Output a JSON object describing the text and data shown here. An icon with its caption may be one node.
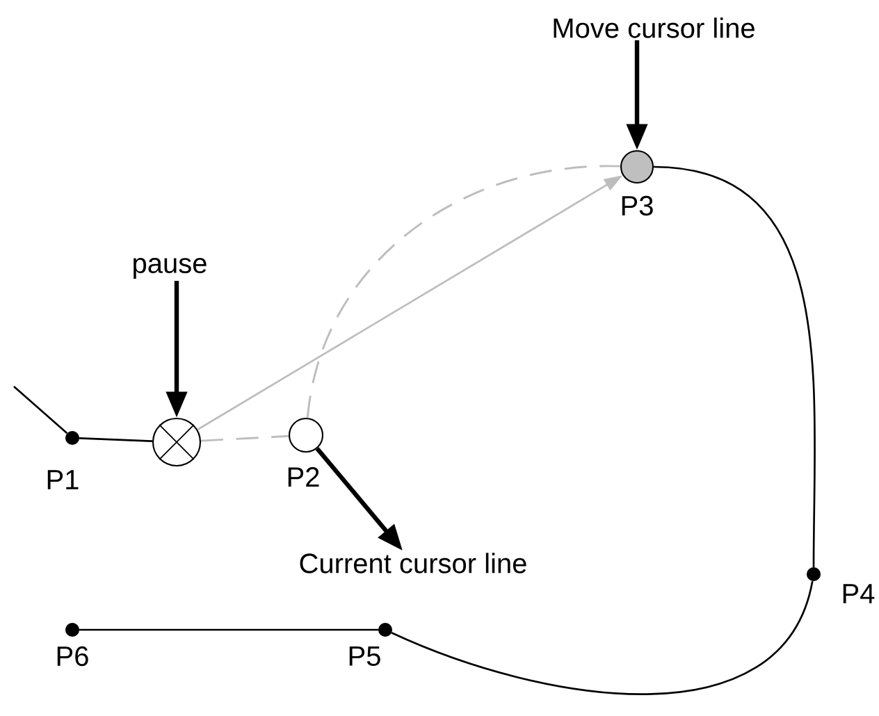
{
  "diagram": {
    "nodes": [
      {
        "text": [
          "Move cursor line"
        ]
      },
      {
        "text": [
          "pause"
        ]
      },
      {
        "text": [],
        "shape": "circle",
        "beside": [
          "P1"
        ]
      },
      {
        "text": [],
        "shape": "circle"
      },
      {
        "text": [],
        "shape": "circle",
        "beside": [
          "P2"
        ]
      },
      {
        "text": [],
        "shape": "circle",
        "beside": [
          "P3"
        ]
      },
      {
        "text": [],
        "shape": "circle",
        "beside": [
          "P4"
        ]
      },
      {
        "text": [],
        "shape": "circle",
        "beside": [
          "P5"
        ]
      },
      {
        "text": [],
        "shape": "circle",
        "beside": [
          "P6"
        ]
      },
      {
        "text": [
          "Current cursor line"
        ]
      }
    ],
    "edges": [
      {
        "from": 0,
        "to": 5,
        "arrow": "to",
        "style": "thick"
      },
      {
        "from": 1,
        "to": 3,
        "arrow": "to",
        "style": "thick"
      },
      {
        "from": 4,
        "to": 9,
        "arrow": "to",
        "style": "thick"
      },
      {
        "from": null,
        "to": 2,
        "arrow": "none"
      },
      {
        "from": 2,
        "to": 3,
        "arrow": "none"
      },
      {
        "from": 3,
        "to": 4,
        "arrow": "none",
        "style": "dashed",
        "color": "#bdbdbd"
      },
      {
        "from": 3,
        "to": 5,
        "arrow": "to",
        "color": "#bdbdbd"
      },
      {
        "from": 4,
        "to": 5,
        "arrow": "none",
        "style": "dashed",
        "color": "#bdbdbd"
      },
      {
        "from": 5,
        "to": 6,
        "arrow": "none"
      },
      {
        "from": 6,
        "to": 7,
        "arrow": "none"
      },
      {
        "from": 7,
        "to": 8,
        "arrow": "none"
      }
    ]
  }
}
